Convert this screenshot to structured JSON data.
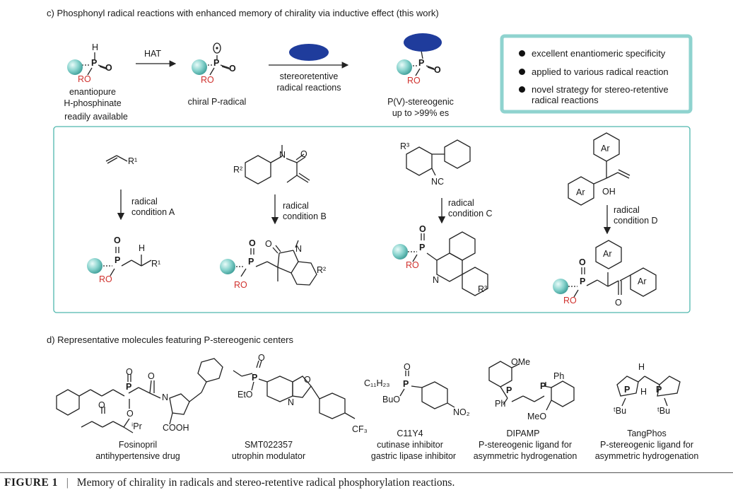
{
  "section_c": {
    "title": "c) Phosphonyl radical reactions with enhanced memory of chirality via inductive effect (this work)",
    "step_hat": "HAT",
    "step_reactions_line1": "stereoretentive",
    "step_reactions_line2": "radical reactions",
    "start_label_1": "enantiopure",
    "start_label_2": "H-phosphinate",
    "start_label_3": "readily available",
    "radical_label": "chiral P-radical",
    "product_label_1": "P(V)-stereogenic",
    "product_label_2": "up to >99% es",
    "highlights": [
      "excellent enantiomeric specificity",
      "applied to various radical reaction",
      "novel strategy for stereo-retentive",
      "radical reactions"
    ],
    "condition_a_1": "radical",
    "condition_a_2": "condition A",
    "condition_b_1": "radical",
    "condition_b_2": "condition B",
    "condition_c_1": "radical",
    "condition_c_2": "condition C",
    "condition_d_1": "radical",
    "condition_d_2": "condition D"
  },
  "atoms": {
    "H": "H",
    "P": "P",
    "O": "O",
    "RO": "RO",
    "N": "N",
    "NC": "NC",
    "OH": "OH",
    "Ar": "Ar",
    "R1": "R¹",
    "R2": "R²",
    "R3": "R³",
    "EtO": "EtO",
    "BuO": "BuO",
    "C11H23": "C₁₁H₂₃",
    "NO2": "NO₂",
    "CF3": "CF₃",
    "COOH": "COOH",
    "iPr": "ⁱPr",
    "tBu": "ᵗBu",
    "OMe": "OMe",
    "MeO": "MeO",
    "Ph": "Ph"
  },
  "section_d": {
    "title": "d) Representative molecules featuring P-stereogenic centers",
    "molecules": [
      {
        "name": "Fosinopril",
        "desc": "antihypertensive drug"
      },
      {
        "name": "SMT022357",
        "desc": "utrophin modulator"
      },
      {
        "name": "C11Y4",
        "desc": "cutinase inhibitor",
        "desc2": "gastric lipase inhibitor"
      },
      {
        "name": "DIPAMP",
        "desc": "P-stereogenic ligand for",
        "desc2": "asymmetric hydrogenation"
      },
      {
        "name": "TangPhos",
        "desc": "P-stereogenic ligand for",
        "desc2": "asymmetric hydrogenation"
      }
    ]
  },
  "caption": {
    "label": "FIGURE 1",
    "text": "Memory of chirality in radicals and stereo-retentive radical phosphorylation reactions."
  },
  "colors": {
    "teal": "#8fd3cf",
    "frame": "#4fb7ad",
    "navy": "#1f3c9c",
    "red": "#d0312d"
  }
}
